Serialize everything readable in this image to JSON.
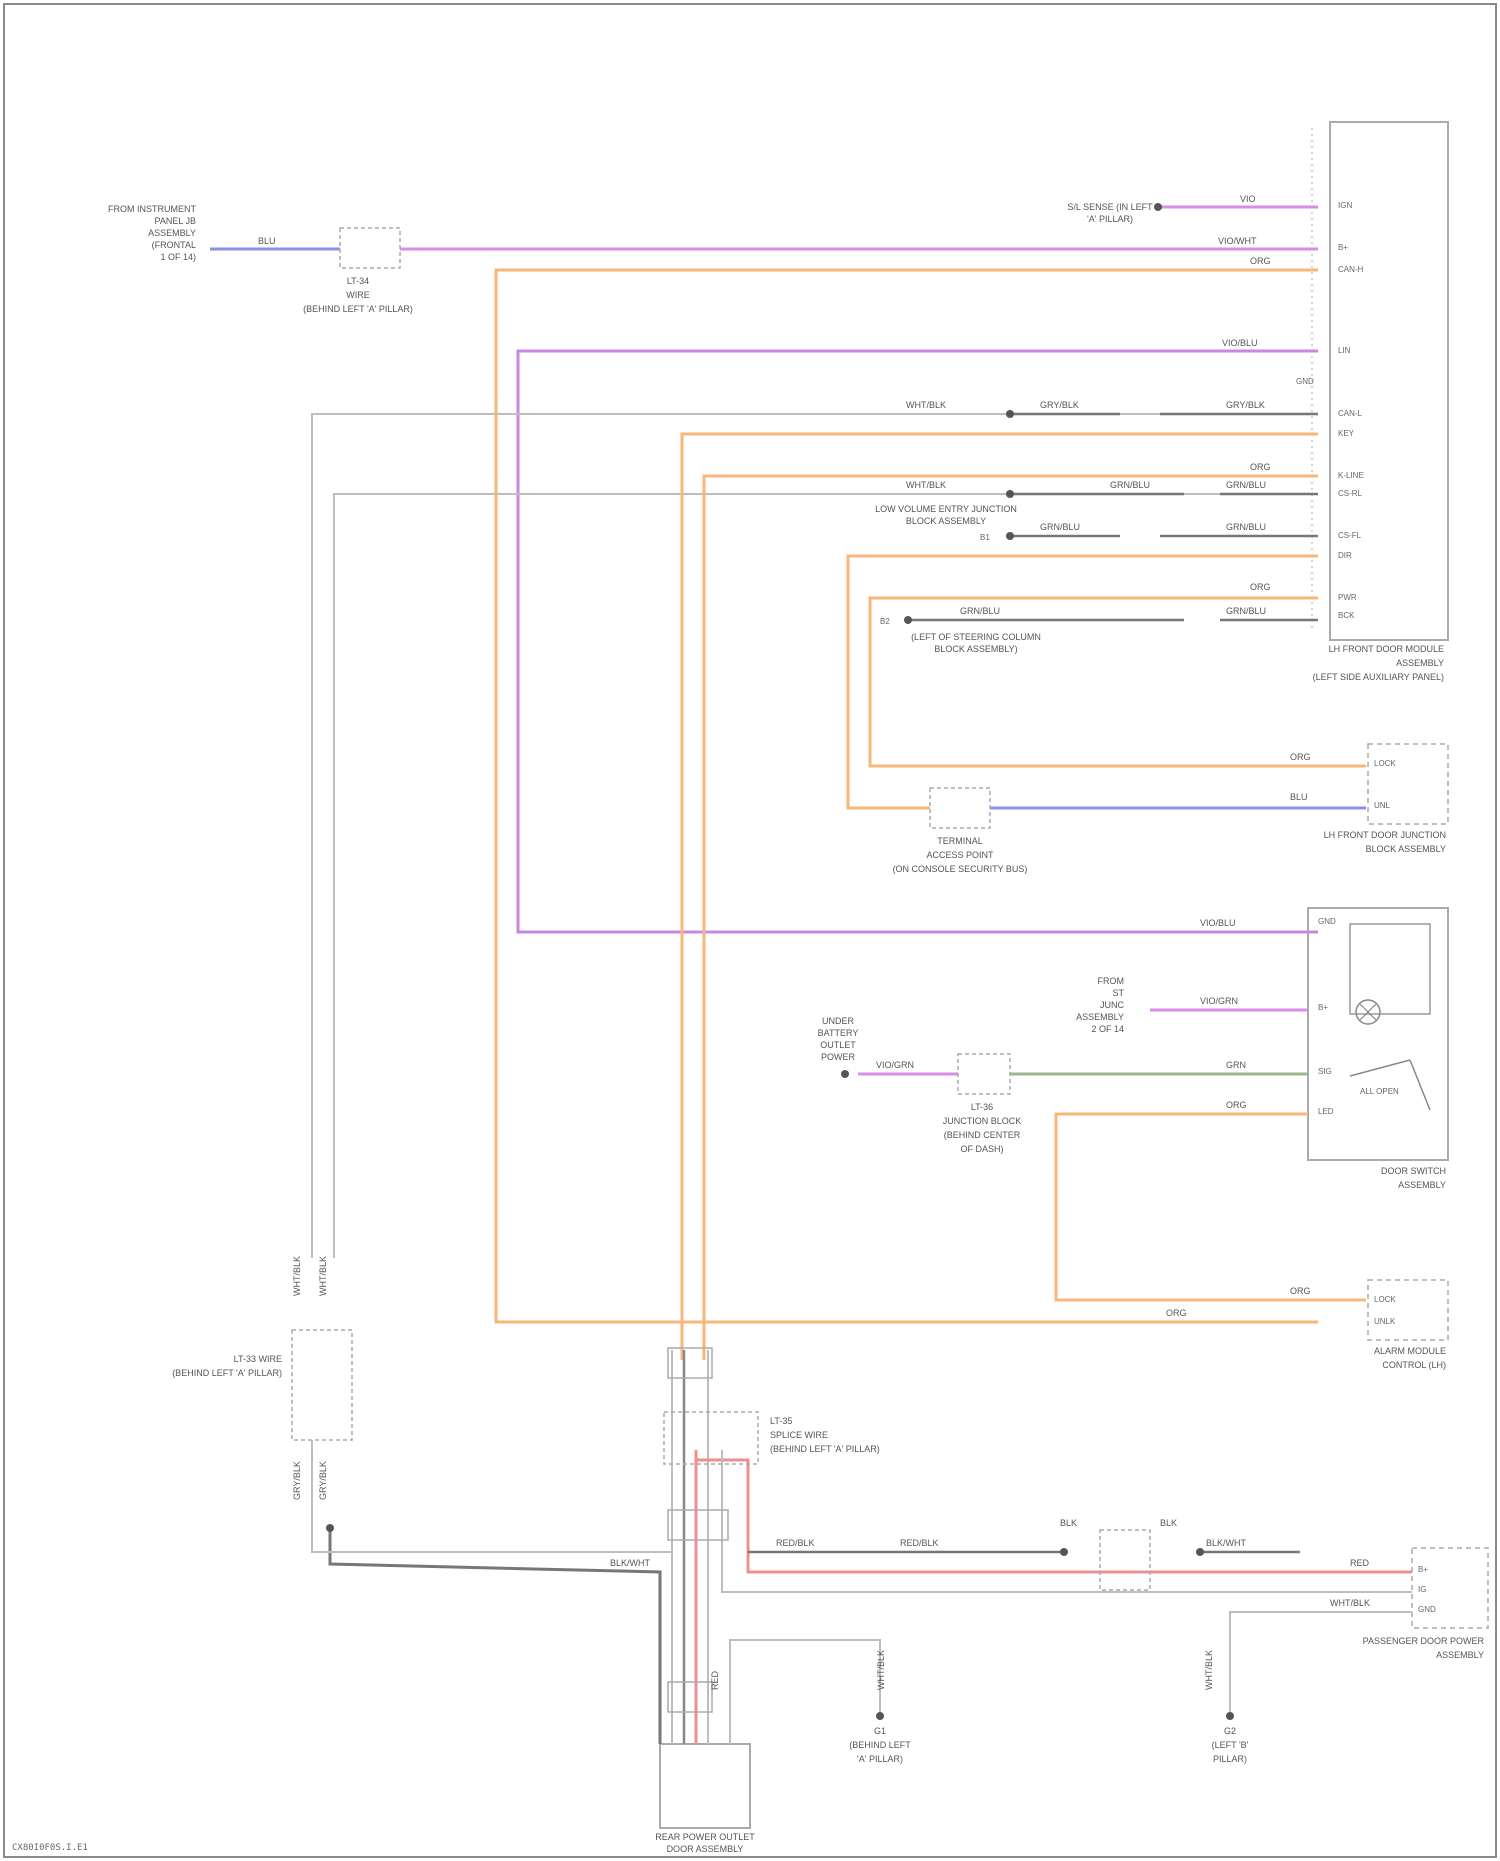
{
  "diagram": {
    "footer_code": "CX80I0F0S.I.E1",
    "colors": {
      "frame": "#8a8a8a",
      "violet": "#d98ee6",
      "blue": "#8a92e8",
      "orange": "#f5b87a",
      "gray": "#9a9a9a",
      "dark_gray": "#666666",
      "red": "#ee8f8f",
      "green": "#9ab88a",
      "box": "#aaaaaa"
    },
    "components": {
      "body_ecm": {
        "name_lines": [
          "LH FRONT DOOR MODULE",
          "ASSEMBLY",
          "(LEFT SIDE AUXILIARY PANEL)"
        ],
        "pins": [
          "IGN",
          "B+",
          "CAN-H",
          "LIN",
          "GND",
          "CAN-L",
          "KEY",
          "K-LINE",
          "CS-RL",
          "CS-FL",
          "DIR",
          "PWR",
          "BCK"
        ]
      },
      "rh_front_door": {
        "name_lines": [
          "LH FRONT DOOR JUNCTION",
          "BLOCK ASSEMBLY"
        ],
        "pins": [
          "LOCK",
          "UNL"
        ]
      },
      "door_switch": {
        "name_lines": [
          "DOOR SWITCH",
          "ASSEMBLY"
        ],
        "pins": [
          "GND",
          "B+",
          "SIG",
          "LED"
        ],
        "switch_label": "ALL OPEN"
      },
      "alarm_module": {
        "name_lines": [
          "ALARM MODULE",
          "CONTROL (LH)"
        ],
        "pins": [
          "LOCK",
          "UNLK"
        ]
      },
      "passenger_door": {
        "name_lines": [
          "PASSENGER DOOR POWER",
          "ASSEMBLY"
        ],
        "pins": [
          "B+",
          "IG",
          "GND"
        ]
      },
      "rear_power_outlet": {
        "name_lines": [
          "REAR POWER OUTLET",
          "DOOR ASSEMBLY"
        ]
      },
      "fuse_block": {
        "lines": [
          "FROM INSTRUMENT",
          "PANEL JB",
          "ASSEMBLY",
          "(FRONTAL",
          "1 OF 14)"
        ]
      },
      "fuse_block_2": {
        "lines": [
          "FROM",
          "ST",
          "JUNC",
          "ASSEMBLY",
          "2 OF 14"
        ]
      },
      "under_dash_ref": {
        "lines": [
          "UNDER",
          "BATTERY",
          "OUTLET",
          "POWER"
        ]
      },
      "connector_a": {
        "name": "LT-34",
        "lines": [
          "WIRE",
          "(BEHIND LEFT 'A' PILLAR)"
        ]
      },
      "connector_b": {
        "name": "TERMINAL",
        "lines": [
          "ACCESS POINT",
          "(ON CONSOLE SECURITY BUS)"
        ]
      },
      "connector_c": {
        "name": "LT-36",
        "lines": [
          "JUNCTION BLOCK",
          "(BEHIND CENTER",
          "OF DASH)"
        ]
      },
      "connector_d": {
        "name": "LT-33 WIRE",
        "lines": [
          "(BEHIND LEFT 'A' PILLAR)"
        ]
      },
      "connector_e": {
        "name": "LT-35",
        "lines": [
          "SPLICE WIRE",
          "(BEHIND LEFT 'A' PILLAR)"
        ]
      },
      "ground_g1": {
        "name": "G1",
        "lines": [
          "(BEHIND LEFT",
          "'A' PILLAR)"
        ]
      },
      "ground_g2": {
        "name": "G2",
        "lines": [
          "(LEFT 'B'",
          "PILLAR)"
        ]
      },
      "splice_top": {
        "lines": [
          "S/L SENSE (IN LEFT",
          "'A' PILLAR)"
        ]
      },
      "junction_label_1": {
        "lines": [
          "LOW VOLUME ENTRY JUNCTION",
          "BLOCK ASSEMBLY"
        ],
        "pin": "B1"
      },
      "junction_label_2": {
        "lines": [
          "(LEFT OF STEERING COLUMN",
          "BLOCK ASSEMBLY)"
        ],
        "pin": "B2"
      }
    },
    "wire_labels": {
      "top_violet": "VIO",
      "vio_wht": "VIO/WHT",
      "org": "ORG",
      "blu": "BLU",
      "vio_blu": "VIO/BLU",
      "wht_blk": "WHT/BLK",
      "gry_blk": "GRY/BLK",
      "grn_blu": "GRN/BLU",
      "blk_wht": "BLK/WHT",
      "grn": "GRN",
      "red": "RED",
      "gry": "GRY",
      "blk": "BLK",
      "vio_grn": "VIO/GRN",
      "red_blk": "RED/BLK",
      "wht": "WHT"
    }
  }
}
